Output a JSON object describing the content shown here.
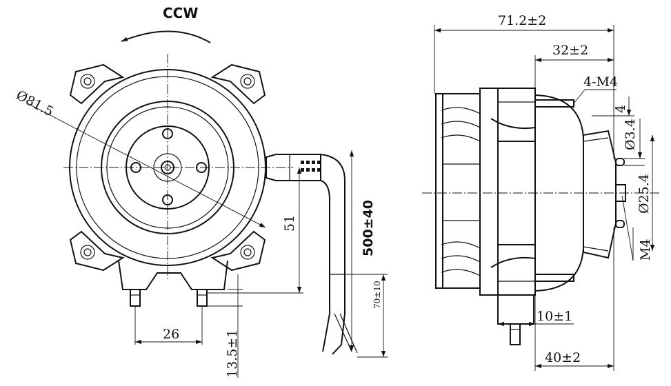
{
  "front_view": {
    "rotation_label": "CCW",
    "diameter_label": "Ø81.5",
    "height_label": "51",
    "cable_length_label": "500±40",
    "strip_length_label": "70±10",
    "terminal_spacing_label": "26",
    "terminal_offset_label": "13.5±1"
  },
  "side_view": {
    "overall_length_label": "71.2±2",
    "body_length_label": "32±2",
    "mount_threads_label": "4-M4",
    "stud_length_label": "4",
    "stud_dia_label": "Ø3.4",
    "boss_dia_label": "Ø25.4",
    "shaft_thread_label": "M4",
    "flange_label": "10±1",
    "mount_depth_label": "40±2"
  }
}
